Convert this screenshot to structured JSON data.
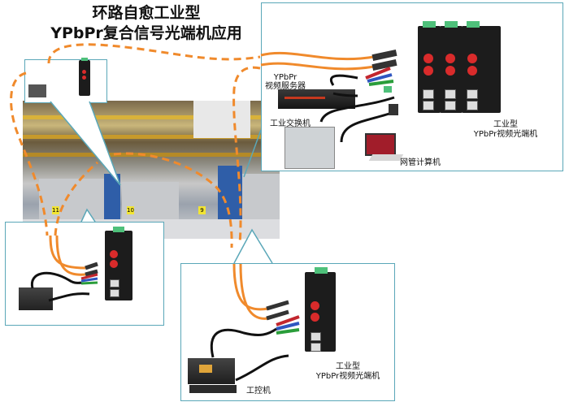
{
  "title": {
    "line1": "环路自愈工业型",
    "line2": "YPbPr复合信号光端机应用"
  },
  "colors": {
    "fiber": "#f08a2c",
    "callout_border": "#5aa7b8",
    "cable": "#111111",
    "st_connector": "#d92b2b",
    "terminal_block": "#4ec07a"
  },
  "top_right_panel": {
    "server_label_line1": "YPbPr",
    "server_label_line2": "视频服务器",
    "switch_label": "工业交换机",
    "laptop_label": "网管计算机",
    "device_label_line1": "工业型",
    "device_label_line2": "YPbPr视频光端机",
    "device_count": 3
  },
  "bottom_right_panel": {
    "pc_label": "工控机",
    "device_label_line1": "工业型",
    "device_label_line2": "YPbPr视频光端机"
  },
  "left_bottom_panel": {
    "device_count": 1
  },
  "top_left_panel": {
    "device_count": 1
  },
  "photo": {
    "station_tags": [
      "11",
      "10",
      "9"
    ]
  }
}
